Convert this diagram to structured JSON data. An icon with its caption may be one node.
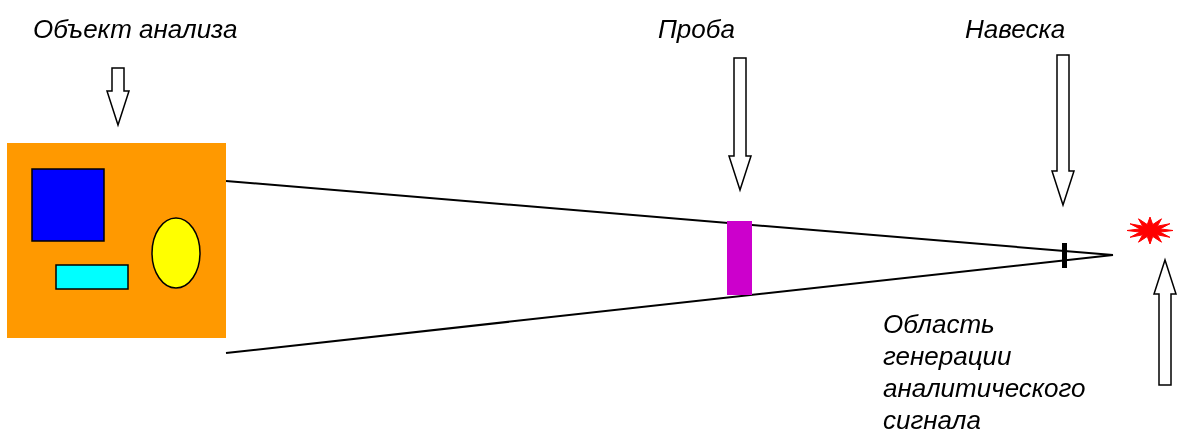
{
  "diagram": {
    "nodes": [
      {
        "text": [
          "Объект анализа"
        ]
      },
      {
        "text": [],
        "shape": "box"
      },
      {
        "text": [
          "Проба"
        ]
      },
      {
        "text": [],
        "shape": "bar"
      },
      {
        "text": [
          "Навеска"
        ]
      },
      {
        "text": [],
        "shape": "bar"
      },
      {
        "text": [],
        "shape": "star"
      },
      {
        "text": [
          "Область генерации аналитического сигнала"
        ]
      }
    ],
    "edges": [
      {
        "from": 0,
        "to": 1,
        "arrow": "to"
      },
      {
        "from": 2,
        "to": 3,
        "arrow": "to"
      },
      {
        "from": 4,
        "to": 5,
        "arrow": "to"
      },
      {
        "from": 7,
        "to": 6,
        "arrow": "to"
      }
    ]
  }
}
